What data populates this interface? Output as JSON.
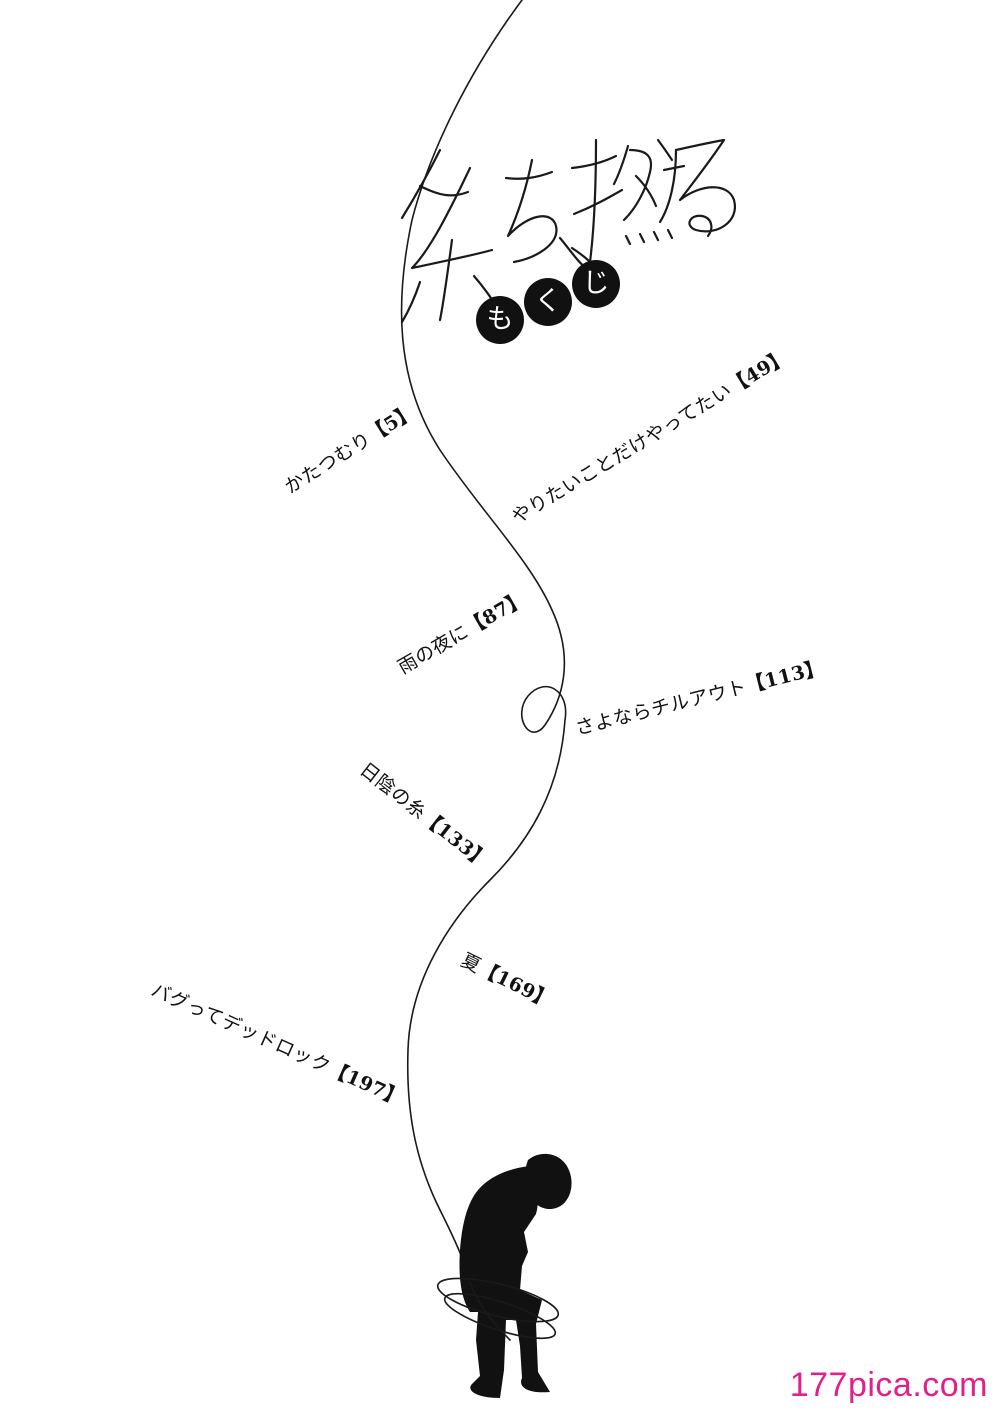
{
  "title": "糸を撚る",
  "subtitle_chars": [
    "も",
    "く",
    "じ"
  ],
  "toc": [
    {
      "title": "かたつむり",
      "page": "【5】"
    },
    {
      "title": "やりたいことだけやってたい",
      "page": "【49】"
    },
    {
      "title": "雨の夜に",
      "page": "【87】"
    },
    {
      "title": "さよならチルアウト",
      "page": "【113】"
    },
    {
      "title": "日陰の糸",
      "page": "【133】"
    },
    {
      "title": "夏",
      "page": "【169】"
    },
    {
      "title": "バグってデッドロック",
      "page": "【197】"
    }
  ],
  "watermark": "177pica.com",
  "colors": {
    "ink": "#111111",
    "background": "#ffffff",
    "watermark": "#e0218a"
  }
}
